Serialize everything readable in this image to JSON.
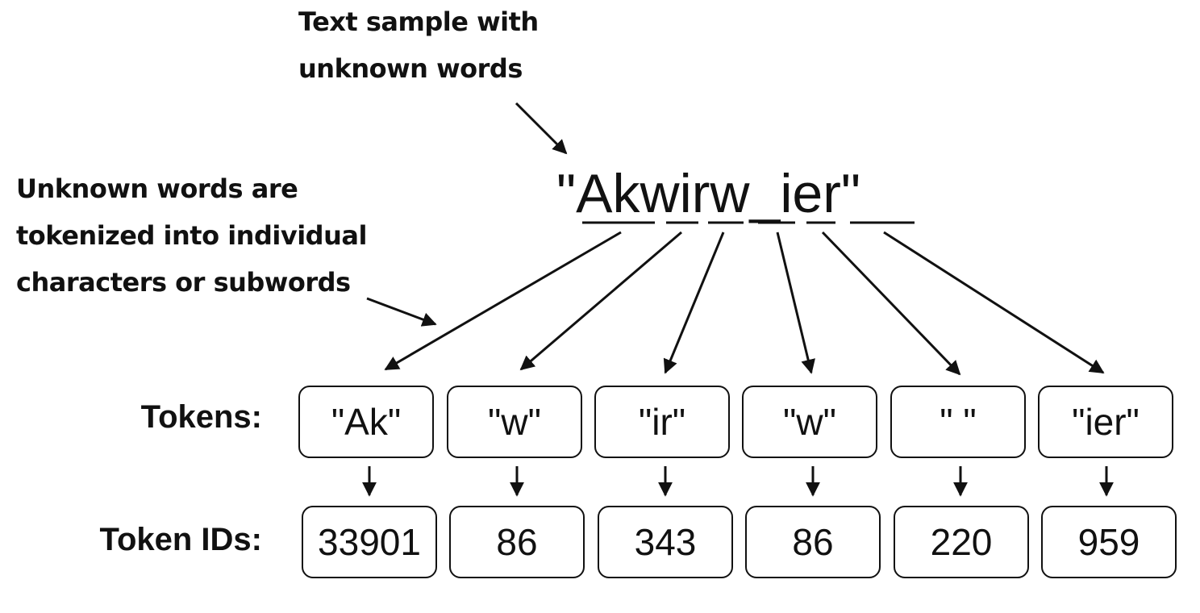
{
  "annotations": {
    "text_sample": [
      "Text sample with",
      "unknown words"
    ],
    "unknown_words": [
      "Unknown words are",
      "tokenized into individual",
      "characters or subwords"
    ]
  },
  "sample_text": {
    "open_quote": "\"",
    "segments": [
      "Ak",
      "w",
      "ir",
      "w",
      "_",
      "ier"
    ],
    "close_quote": "\""
  },
  "row_labels": {
    "tokens": "Tokens:",
    "token_ids": "Token IDs:"
  },
  "tokens": [
    "\"Ak\"",
    "\"w\"",
    "\"ir\"",
    "\"w\"",
    "\" \"",
    "\"ier\""
  ],
  "token_ids": [
    "33901",
    "86",
    "343",
    "86",
    "220",
    "959"
  ]
}
